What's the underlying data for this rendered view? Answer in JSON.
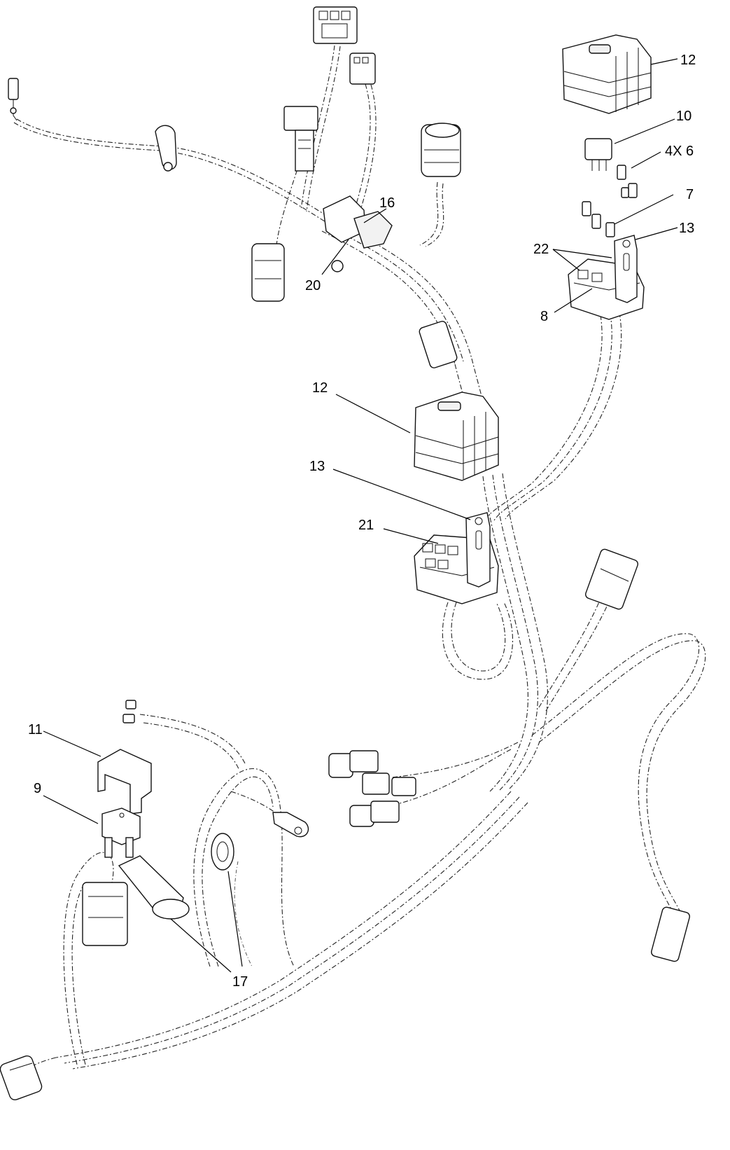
{
  "callouts": {
    "c12_top": "12",
    "c10": "10",
    "c4x6": "4X 6",
    "c7": "7",
    "c13_top": "13",
    "c22": "22",
    "c8": "8",
    "c16": "16",
    "c20": "20",
    "c12_mid": "12",
    "c13_mid": "13",
    "c21": "21",
    "c11": "11",
    "c9": "9",
    "c17": "17"
  },
  "colors": {
    "line": "#111111",
    "background": "#ffffff"
  }
}
